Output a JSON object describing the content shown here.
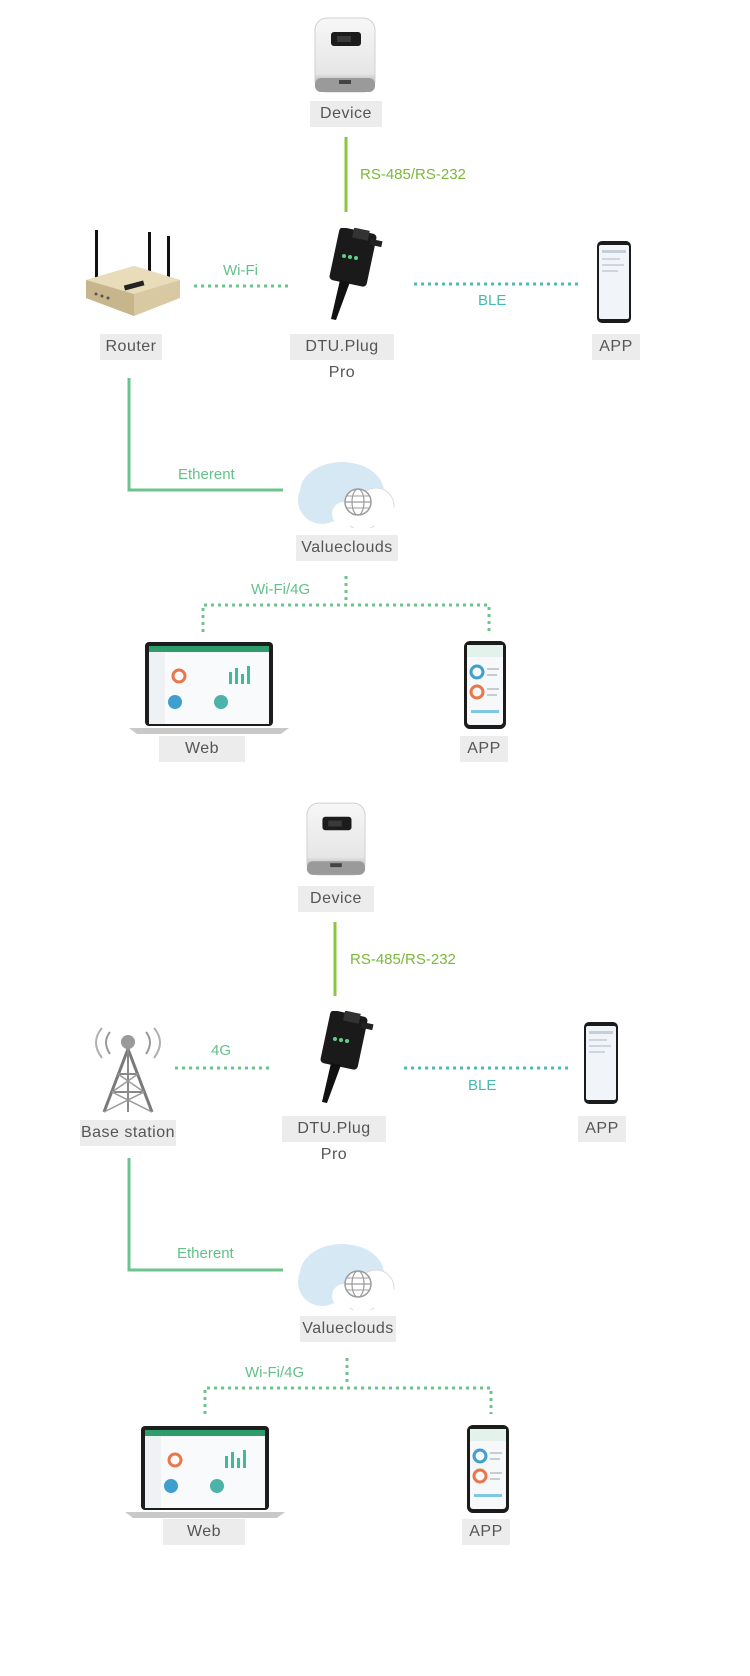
{
  "colors": {
    "rs_line": "#8cc63f",
    "green_dotted": "#6cc48c",
    "ble_dotted": "#4dbab5",
    "label_bg": "#ececec"
  },
  "section1": {
    "device": "Device",
    "rs_link": "RS-485/RS-232",
    "gateway": "DTU.Plug Pro",
    "left_node": "Router",
    "left_link": "Wi-Fi",
    "app_link": "BLE",
    "app": "APP",
    "uplink": "Etherent",
    "cloud": "Valueclouds",
    "client_link": "Wi-Fi/4G",
    "web": "Web",
    "mobile_app": "APP"
  },
  "section2": {
    "device": "Device",
    "rs_link": "RS-485/RS-232",
    "gateway": "DTU.Plug Pro",
    "left_node": "Base station",
    "left_link": "4G",
    "app_link": "BLE",
    "app": "APP",
    "uplink": "Etherent",
    "cloud": "Valueclouds",
    "client_link": "Wi-Fi/4G",
    "web": "Web",
    "mobile_app": "APP"
  },
  "icons": [
    "device-icon",
    "dtu-icon",
    "router-icon",
    "phone-icon",
    "cloud-icon",
    "laptop-icon",
    "base-station-icon"
  ]
}
